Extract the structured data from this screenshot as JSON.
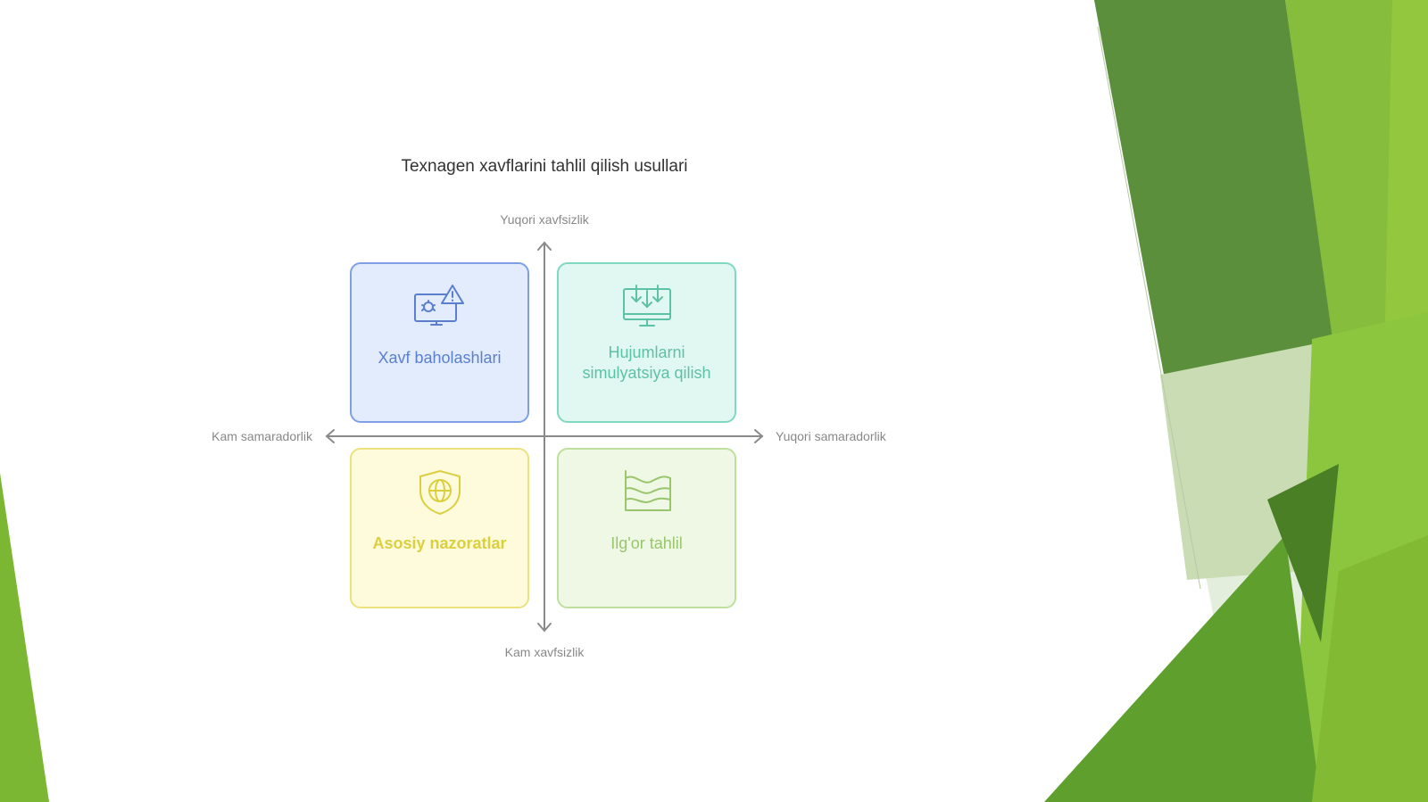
{
  "diagram": {
    "title": "Texnagen xavflarini tahlil qilish usullari",
    "axes": {
      "top": "Yuqori xavfsizlik",
      "bottom": "Kam xavfsizlik",
      "left": "Kam samaradorlik",
      "right": "Yuqori samaradorlik"
    },
    "quadrants": {
      "top_left": {
        "label": "Xavf baholashlari",
        "icon": "monitor-bug-warning-icon",
        "color": "#5b7fcf"
      },
      "top_right": {
        "label": "Hujumlarni simulyatsiya qilish",
        "icon": "monitor-download-icon",
        "color": "#5cc1a5"
      },
      "bottom_left": {
        "label": "Asosiy nazoratlar",
        "icon": "shield-globe-icon",
        "color": "#dccf3f"
      },
      "bottom_right": {
        "label": "Ilg'or tahlil",
        "icon": "area-chart-icon",
        "color": "#99c56c"
      }
    }
  },
  "theme": {
    "accent_dark_green": "#4f8a2b",
    "accent_light_green": "#8cc63f"
  }
}
